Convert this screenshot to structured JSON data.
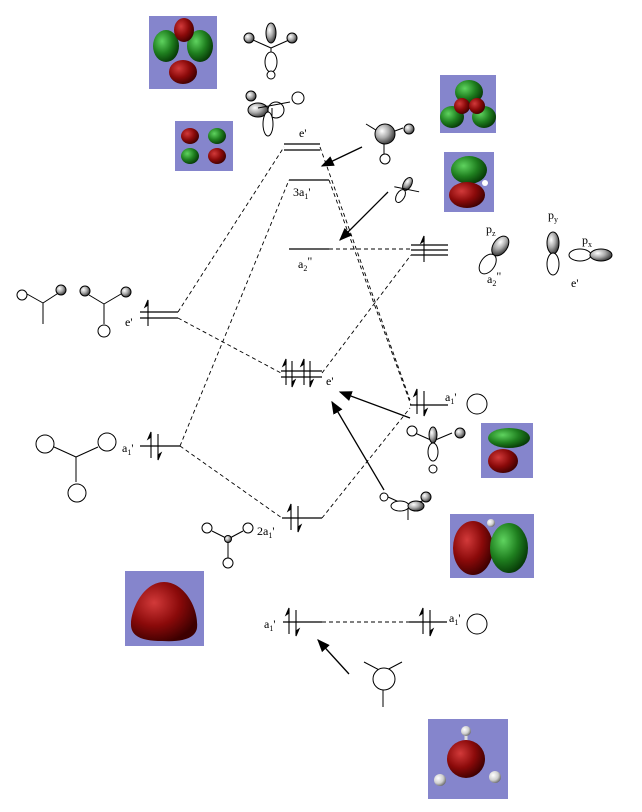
{
  "labels": {
    "top_e": "e'",
    "level_3a1": {
      "main": "3a",
      "sub": "1",
      "sup": "'"
    },
    "level_a2pp": {
      "main": "a",
      "sub": "2",
      "sup": "\""
    },
    "left_e": "e'",
    "middle_e": "e'",
    "left_a1": {
      "main": "a",
      "sub": "1",
      "sup": "'"
    },
    "right_a1": {
      "main": "a",
      "sub": "1",
      "sup": "'"
    },
    "level_2a1": {
      "main": "2a",
      "sub": "1",
      "sup": "'"
    },
    "bottom_left_a1": {
      "main": "a",
      "sub": "1",
      "sup": "'"
    },
    "bottom_right_a1": {
      "main": "a",
      "sub": "1",
      "sup": "'"
    },
    "pz": {
      "main": "p",
      "sub": "z"
    },
    "py": {
      "main": "p",
      "sub": "y"
    },
    "px": {
      "main": "p",
      "sub": "x"
    },
    "p_a2pp": {
      "main": "a",
      "sub": "2",
      "sup": "\""
    },
    "p_e": "e'"
  },
  "colors": {
    "panel": "#8585cc",
    "lobe_red": "#8b0a0a",
    "lobe_green": "#1f7f1f",
    "line": "#000000"
  }
}
